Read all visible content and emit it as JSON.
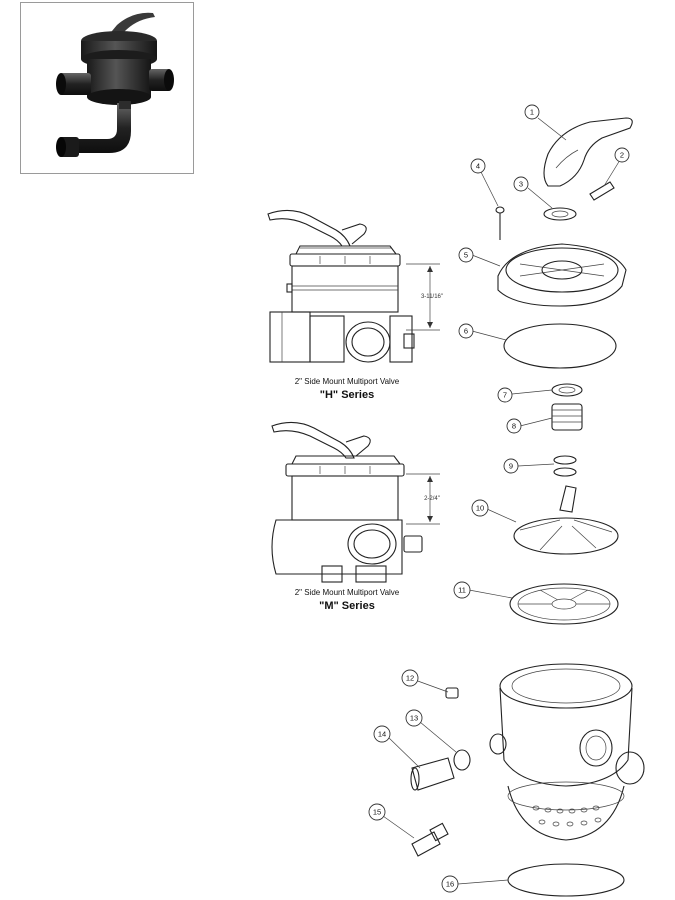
{
  "valves": {
    "h_series": {
      "caption": "2\" Side Mount Multiport Valve",
      "series": "\"H\" Series",
      "dimension": "3-11/16\""
    },
    "m_series": {
      "caption": "2\" Side Mount Multiport Valve",
      "series": "\"M\" Series",
      "dimension": "2-2/4\""
    }
  },
  "callouts": [
    "1",
    "2",
    "3",
    "4",
    "5",
    "6",
    "7",
    "8",
    "9",
    "10",
    "11",
    "12",
    "13",
    "14",
    "15",
    "16"
  ]
}
